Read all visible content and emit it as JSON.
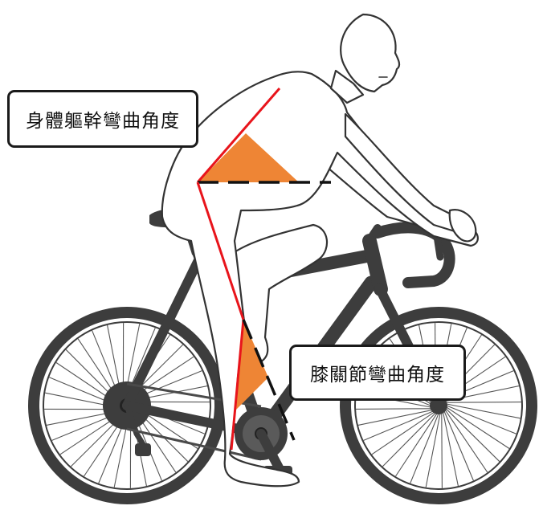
{
  "labels": {
    "torso_angle": "身體軀幹彎曲角度",
    "knee_angle": "膝關節彎曲角度"
  },
  "colors": {
    "bike_frame": "#3d3d3d",
    "rider_outline": "#333333",
    "angle_line": "#e8141b",
    "angle_fill": "#ee8535",
    "reference_line": "#111111"
  },
  "icons": {
    "bicycle": "bicycle-illustration",
    "rider": "cyclist-silhouette"
  }
}
